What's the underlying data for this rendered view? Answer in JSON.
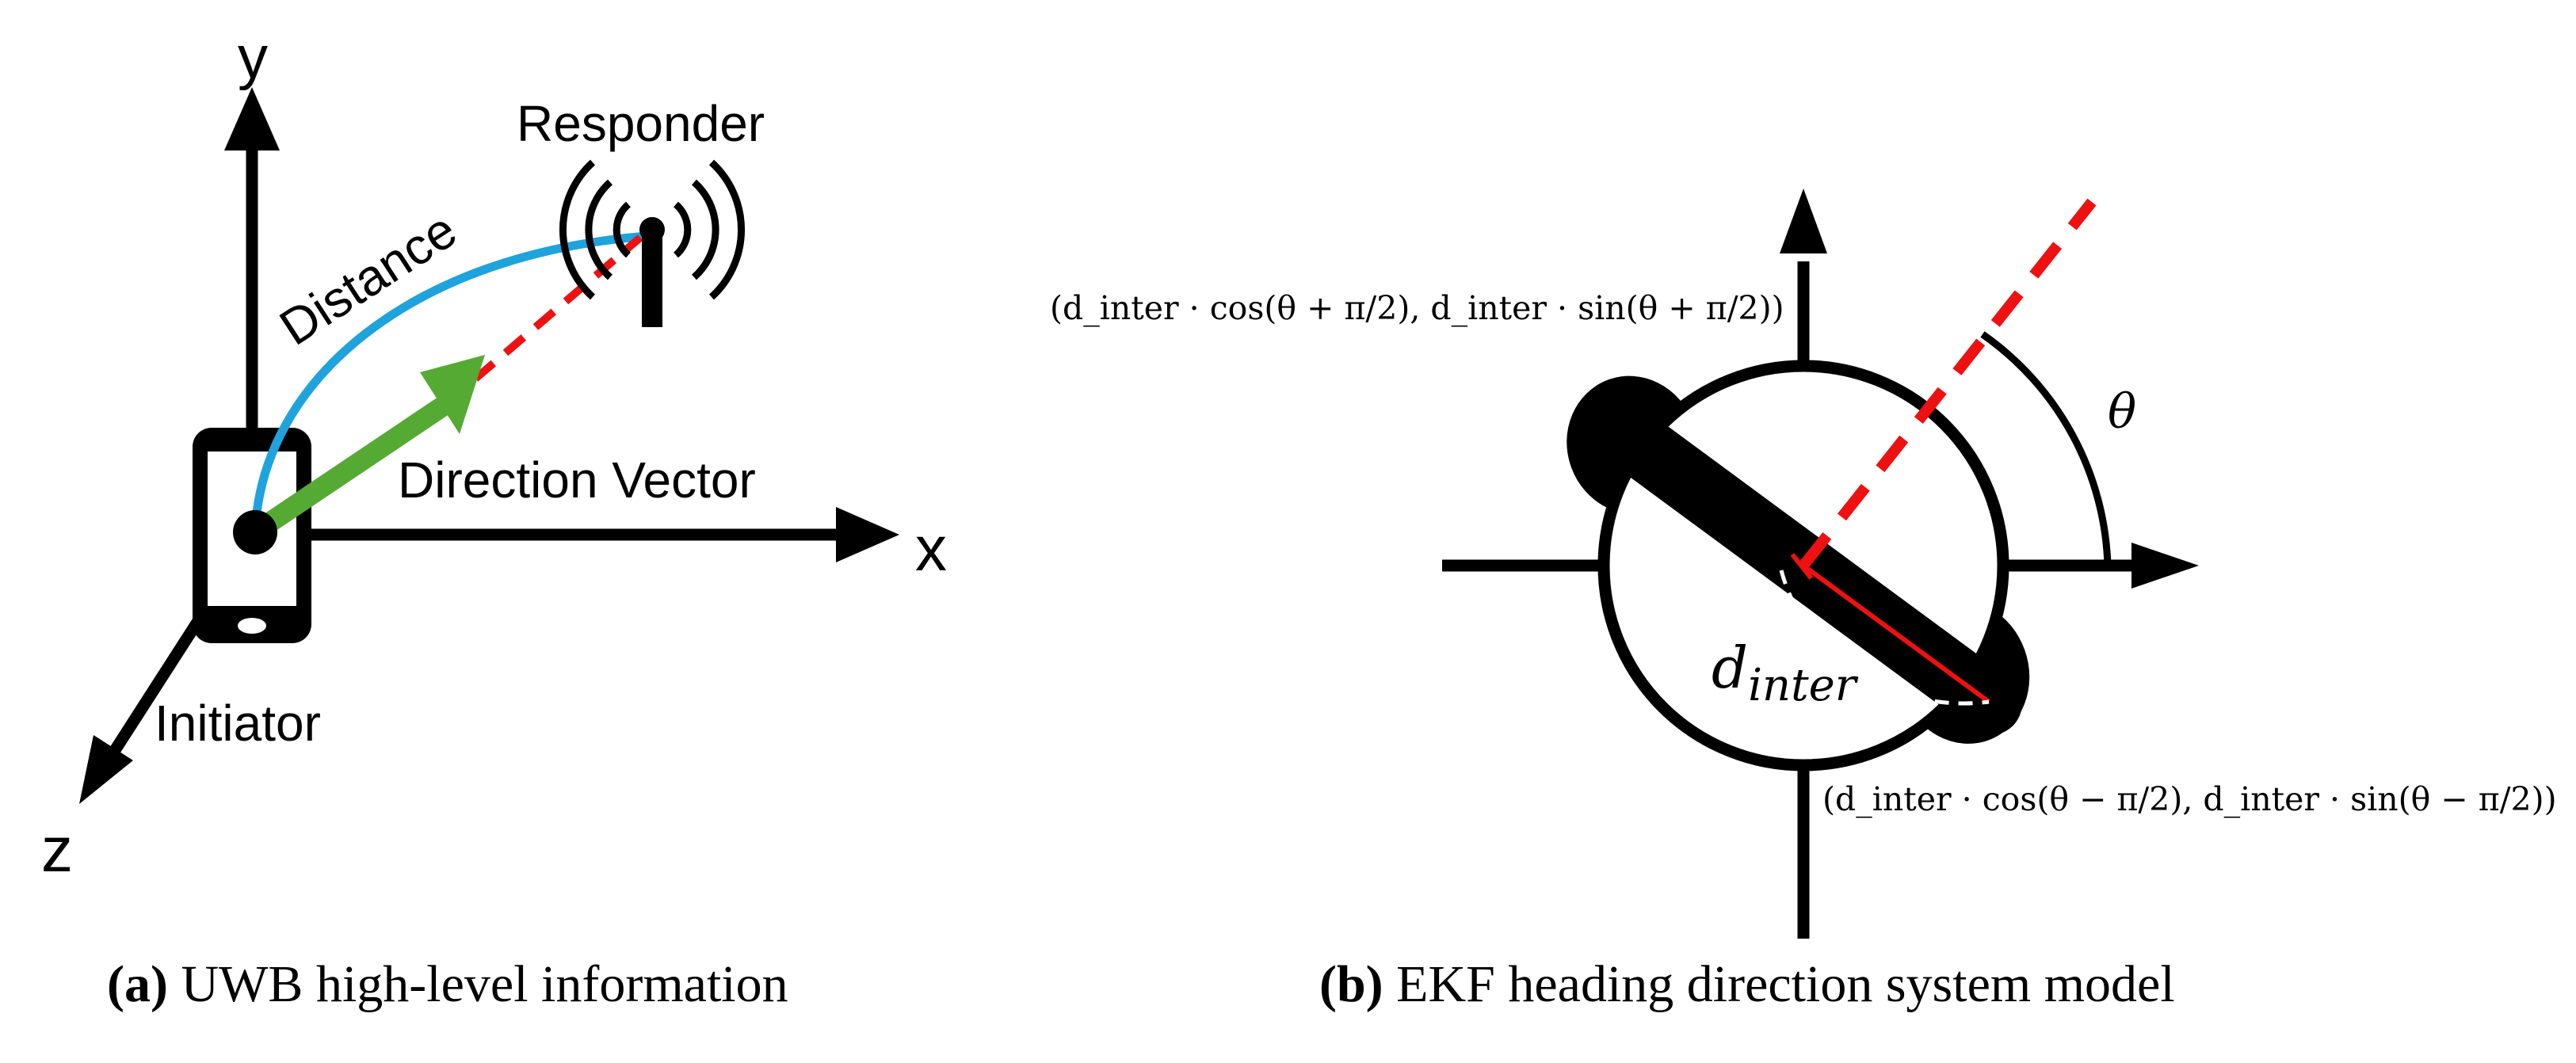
{
  "panel_a": {
    "axis_y": "y",
    "axis_x": "x",
    "axis_z": "z",
    "responder_label": "Responder",
    "distance_label": "Distance",
    "direction_label": "Direction Vector",
    "initiator_label": "Initiator",
    "caption_letter": "(a)",
    "caption_text": " UWB high-level information"
  },
  "panel_b": {
    "theta_label": "θ",
    "d_inter_main": "d",
    "d_inter_sub": "inter",
    "formula_top": "(d_inter · cos(θ + π/2), d_inter · sin(θ + π/2))",
    "formula_bottom": "(d_inter · cos(θ − π/2), d_inter · sin(θ − π/2))",
    "caption_letter": "(b)",
    "caption_text": " EKF heading direction system model"
  },
  "colors": {
    "axis": "#000000",
    "distance_arc": "#1fa3dc",
    "direction_arrow": "#55aa33",
    "dashed_line": "#ee1111",
    "d_inter_line": "#ee1111"
  }
}
